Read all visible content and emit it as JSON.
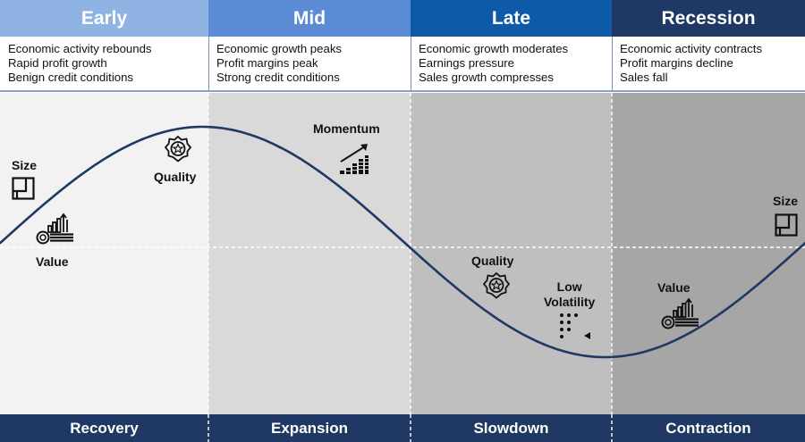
{
  "phases": [
    {
      "title": "Early",
      "header_color": "#8fb4e3",
      "bg_color": "#f2f2f2",
      "footer": "Recovery",
      "bullets": [
        "Economic activity rebounds",
        "Rapid profit growth",
        "Benign credit conditions"
      ]
    },
    {
      "title": "Mid",
      "header_color": "#5b8bd5",
      "bg_color": "#d9d9d9",
      "footer": "Expansion",
      "bullets": [
        "Economic growth peaks",
        "Profit margins peak",
        "Strong credit conditions"
      ]
    },
    {
      "title": "Late",
      "header_color": "#0f5aa8",
      "bg_color": "#bfbfbf",
      "footer": "Slowdown",
      "bullets": [
        "Economic growth moderates",
        "Earnings pressure",
        "Sales growth compresses"
      ]
    },
    {
      "title": "Recession",
      "header_color": "#1f3864",
      "bg_color": "#a6a6a6",
      "footer": "Contraction",
      "bullets": [
        "Economic activity contracts",
        "Profit margins decline",
        "Sales fall"
      ]
    }
  ],
  "factors": {
    "size_early": {
      "label": "Size",
      "icon": "size-icon"
    },
    "value_early": {
      "label": "Value",
      "icon": "value-icon"
    },
    "quality_early": {
      "label": "Quality",
      "icon": "quality-icon"
    },
    "momentum_mid": {
      "label": "Momentum",
      "icon": "momentum-icon"
    },
    "quality_late": {
      "label": "Quality",
      "icon": "quality-icon"
    },
    "low_volatility_late": {
      "label": "Low\nVolatility",
      "icon": "low-volatility-icon"
    },
    "value_recession": {
      "label": "Value",
      "icon": "value-icon"
    },
    "size_recession": {
      "label": "Size",
      "icon": "size-icon"
    }
  },
  "colors": {
    "curve": "#1f3864",
    "footer_bg": "#1f3864",
    "icon": "#111111"
  }
}
